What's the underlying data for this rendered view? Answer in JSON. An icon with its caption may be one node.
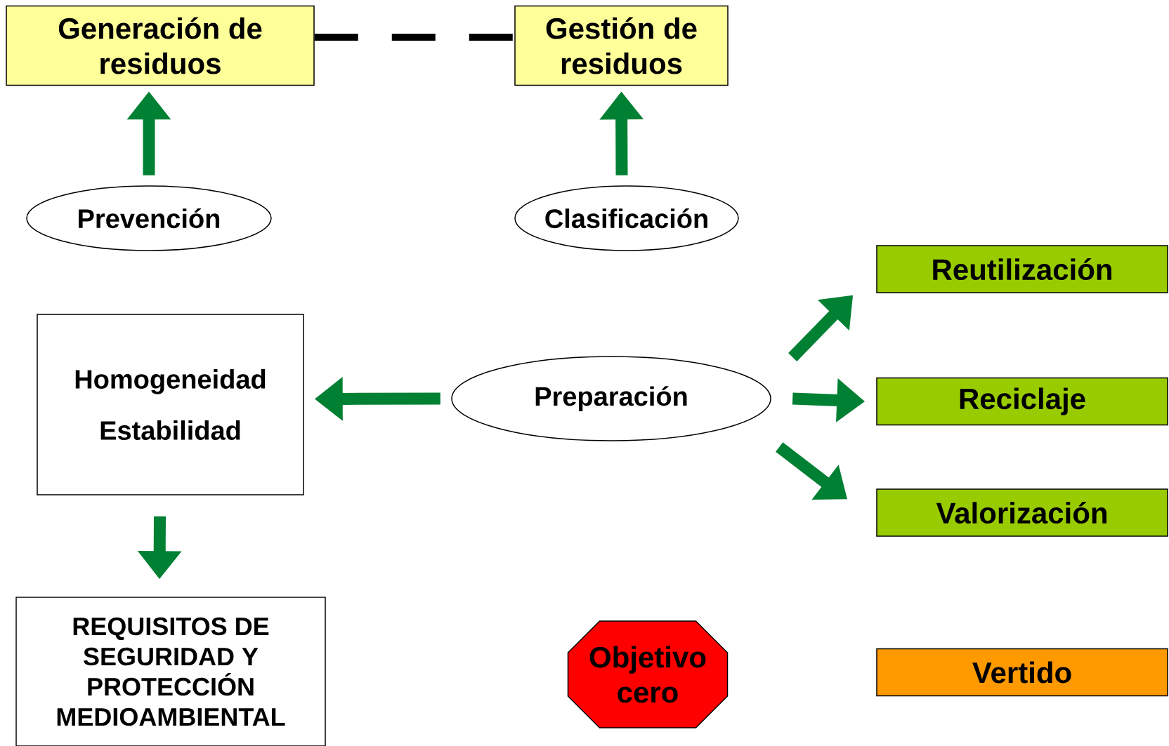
{
  "diagram": {
    "nodes": [
      {
        "text": [
          "Generación de residuos"
        ]
      },
      {
        "text": [
          "Gestión de residuos"
        ]
      },
      {
        "text": [
          "Prevención"
        ]
      },
      {
        "text": [
          "Clasificación"
        ]
      },
      {
        "text": [
          "Homogeneidad",
          "Estabilidad"
        ]
      },
      {
        "text": [
          "Preparación"
        ]
      },
      {
        "text": [
          "Reutilización"
        ]
      },
      {
        "text": [
          "Reciclaje"
        ]
      },
      {
        "text": [
          "Valorización"
        ]
      },
      {
        "text": [
          "REQUISITOS DE SEGURIDAD Y PROTECCIÓN MEDIOAMBIENTAL"
        ]
      },
      {
        "text": [
          "Objetivo cero"
        ]
      },
      {
        "text": [
          "Vertido"
        ]
      }
    ],
    "edges": [
      {
        "from": 0,
        "to": 1,
        "arrow": "none",
        "style": "dashed",
        "color": "#000000"
      },
      {
        "from": 2,
        "to": 0,
        "arrow": "to"
      },
      {
        "from": 3,
        "to": 1,
        "arrow": "to"
      },
      {
        "from": 5,
        "to": 4,
        "arrow": "to"
      },
      {
        "from": 5,
        "to": 6,
        "arrow": "to"
      },
      {
        "from": 5,
        "to": 7,
        "arrow": "to"
      },
      {
        "from": 5,
        "to": 8,
        "arrow": "to"
      },
      {
        "from": 4,
        "to": 9,
        "arrow": "to"
      }
    ]
  }
}
